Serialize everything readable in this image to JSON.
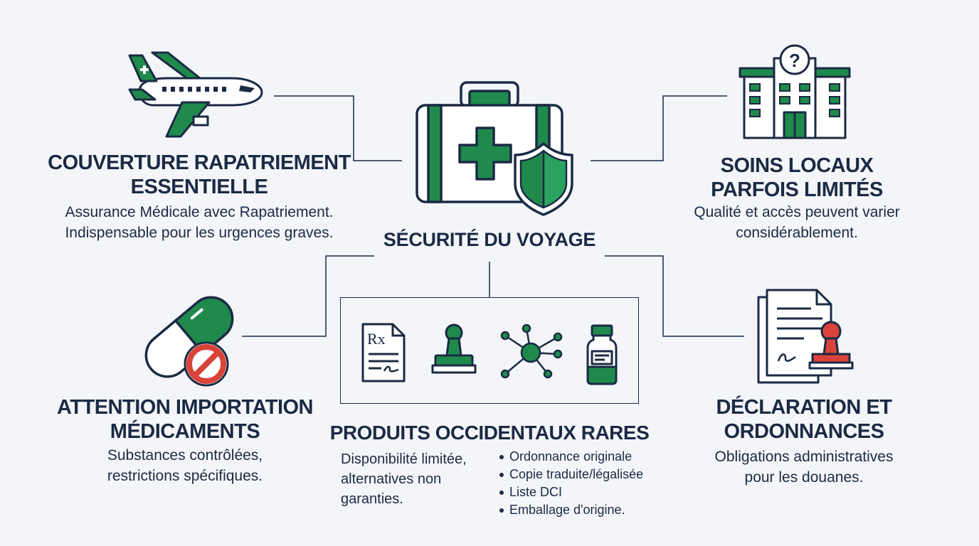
{
  "center": {
    "title": "SÉCURITÉ DU VOYAGE"
  },
  "repatriation": {
    "title_line1": "COUVERTURE RAPATRIEMENT",
    "title_line2": "ESSENTIELLE",
    "desc_line1": "Assurance Médicale avec Rapatriement.",
    "desc_line2": "Indispensable pour les urgences graves."
  },
  "local_care": {
    "title_line1": "SOINS LOCAUX",
    "title_line2": "PARFOIS LIMITÉS",
    "desc_line1": "Qualité et accès peuvent varier",
    "desc_line2": "considérablement."
  },
  "medication_import": {
    "title_line1": "ATTENTION IMPORTATION",
    "title_line2": "MÉDICAMENTS",
    "desc_line1": "Substances contrôlées,",
    "desc_line2": "restrictions spécifiques."
  },
  "western_products": {
    "title": "PRODUITS OCCIDENTAUX RARES",
    "desc_line1": "Disponibilité limitée,",
    "desc_line2": "alternatives non",
    "desc_line3": "garanties.",
    "bullets": [
      "Ordonnance originale",
      "Copie traduite/légalisée",
      "Liste DCI",
      "Emballage d'origine."
    ]
  },
  "declaration": {
    "title_line1": "DÉCLARATION ET",
    "title_line2": "ORDONNANCES",
    "desc_line1": "Obligations administratives",
    "desc_line2": "pour les douanes."
  },
  "icons": {
    "rx_label": "Rx",
    "hospital_symbol": "?"
  },
  "colors": {
    "green": "#1f8a4c",
    "navy": "#1b2a44",
    "red": "#d9433a",
    "background": "#f3f5f8"
  }
}
